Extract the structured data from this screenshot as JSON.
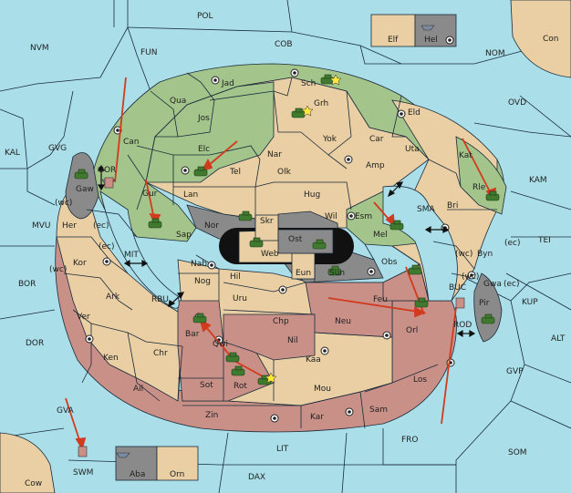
{
  "colors": {
    "sea": "#aadfea",
    "neutral": "#e9cfa3",
    "green_power": "#a3c48b",
    "red_power": "#c99088",
    "grey_power": "#8a8a8a",
    "arrow": "#d23a1e",
    "army": "#3f7a2f"
  },
  "sea_labels": {
    "pol": "POL",
    "nvm": "NVM",
    "fun": "FUN",
    "cob": "COB",
    "nom": "NOM",
    "con": "Con",
    "ovd": "OVD",
    "kal": "KAL",
    "gvg": "GVG",
    "kam": "KAM",
    "mvu": "MVU",
    "tei": "TEI",
    "bor": "BOR",
    "kup": "KUP",
    "dor": "DOR",
    "alt": "ALT",
    "gvp": "GVP",
    "gva": "GVA",
    "fro": "FRO",
    "som": "SOM",
    "lit": "LIT",
    "dax": "DAX",
    "cow": "Cow",
    "swm": "SWM",
    "mit": "MIT",
    "rbu": "RBU",
    "sma": "SMA",
    "bud": "BUC",
    "rod": "ROD",
    "gor": "GOR",
    "elf": "Elf",
    "hel": "Hel",
    "aba": "Aba",
    "orn": "Orn"
  },
  "land_labels": {
    "jad": "Jad",
    "sch": "Sch",
    "qua": "Qua",
    "grh": "Grh",
    "jos": "Jos",
    "eld": "Eld",
    "can": "Can",
    "yok": "Yok",
    "car": "Car",
    "uta": "Uta",
    "elc": "Elc",
    "nar": "Nar",
    "tel": "Tel",
    "amp": "Amp",
    "kat": "Kat",
    "gaw": "Gaw",
    "olk": "Olk",
    "gur": "Gur",
    "lan": "Lan",
    "hug": "Hug",
    "rle": "Rle",
    "bri": "Bri",
    "esm": "Esm",
    "wil": "Wil",
    "nor": "Nor",
    "skr": "Skr",
    "ost": "Ost",
    "her": "Her",
    "sap": "Sap",
    "web": "Web",
    "mel": "Mel",
    "byn": "Byn",
    "kor": "Kor",
    "nab": "Nab",
    "eun": "Eun",
    "obs": "Obs",
    "sun": "Sun",
    "hil": "Hil",
    "gwa": "Gwa",
    "nog": "Nog",
    "pir": "Pir",
    "ark": "Ark",
    "uru": "Uru",
    "feu": "Feu",
    "ver": "Ver",
    "chp": "Chp",
    "neu": "Neu",
    "orl": "Orl",
    "bar": "Bar",
    "qwi": "Qwi",
    "nil": "Nil",
    "chr": "Chr",
    "ken": "Ken",
    "kaa": "Kaa",
    "los": "Los",
    "ail": "Ail",
    "sot": "Sot",
    "rot": "Rot",
    "mou": "Mou",
    "zin": "Zin",
    "kar": "Kar",
    "sam": "Sam"
  },
  "coast_labels": {
    "wc1": "(wc)",
    "ec1": "(ec)",
    "ec2": "(ec)",
    "wc2": "(wc)",
    "wc3": "(wc)",
    "ec3": "(ec)",
    "wc4": "(wc)",
    "ec4": "(ec)"
  }
}
